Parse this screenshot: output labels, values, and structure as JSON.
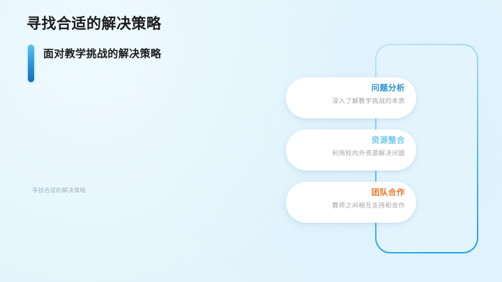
{
  "slide": {
    "background_color": "#e4f4fc",
    "title": "寻找合适的解决策略",
    "subtitle": "面对教学挑战的解决策略",
    "footer_note": "寻找合适的解决策略",
    "accent_bar_color": "#2f9ddd",
    "outline_frame_color": "#35b2ea"
  },
  "cards": [
    {
      "title": "问题分析",
      "description": "深入了解教学挑战的本质",
      "title_color": "#2391d2"
    },
    {
      "title": "资源整合",
      "description": "利用校内外资源解决问题",
      "title_color": "#73c8ef"
    },
    {
      "title": "团队合作",
      "description": "教师之间相互支持和合作",
      "title_color": "#e8741e"
    }
  ]
}
